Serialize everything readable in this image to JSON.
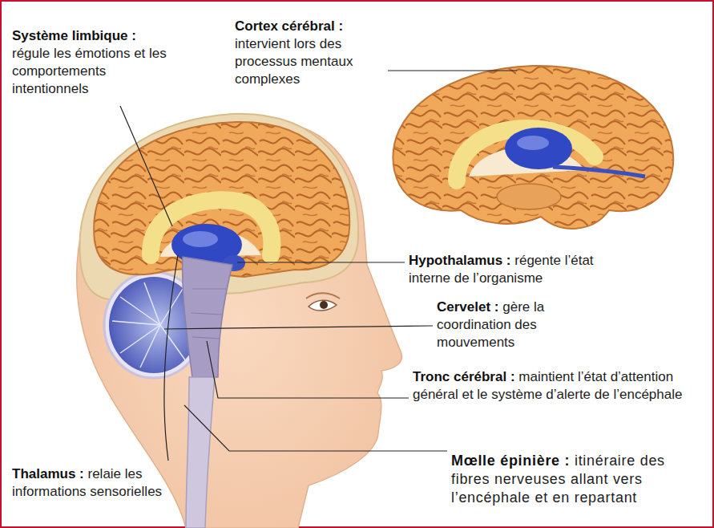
{
  "diagram": {
    "labels": [
      "Système limbique :",
      "régule les émotions et les comportements intentionnels",
      "Cortex cérébral :",
      "intervient lors des processus mentaux complexes",
      "Hypothalamus :",
      "régente l’état interne de l’organisme",
      "Cervelet :",
      "gère la coordination des mouvements",
      "Tronc cérébral :",
      "maintient l’état d’attention général et le système d’alerte de l’encéphale",
      "Thalamus :",
      "relaie les informations sensorielles",
      "Mœlle épinière :",
      "itinéraire des fibres nerveuses allant vers l’encéphale et en repartant"
    ]
  }
}
